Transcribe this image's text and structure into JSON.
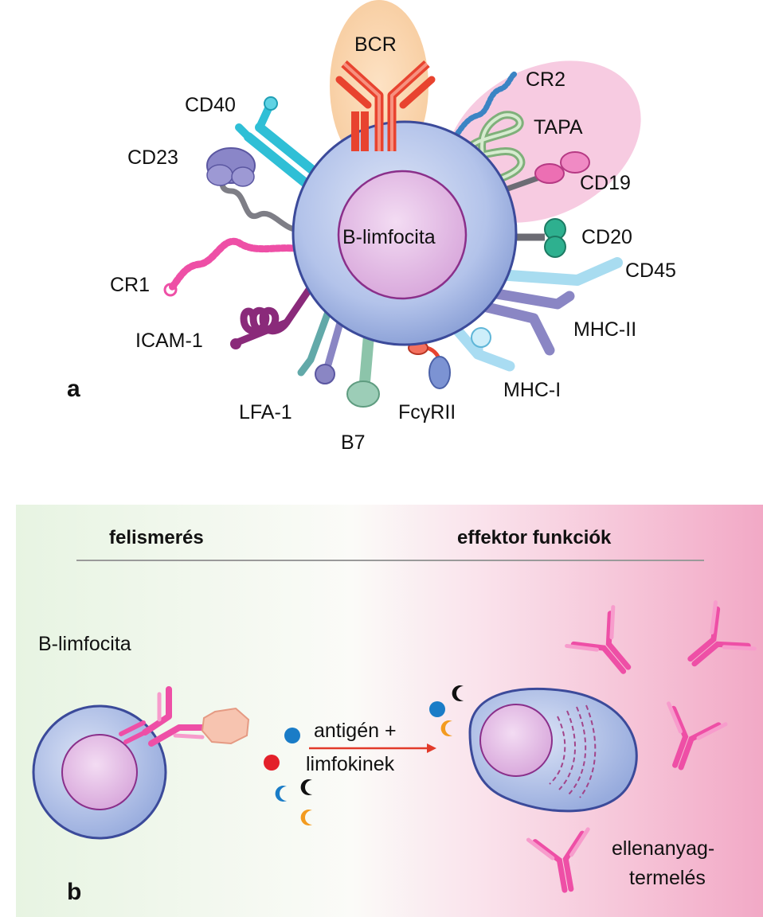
{
  "panel_a": {
    "letter": "a",
    "cell_label": "B-limfocita",
    "labels": {
      "bcr": "BCR",
      "cr2": "CR2",
      "tapa": "TAPA",
      "cd19": "CD19",
      "cd40": "CD40",
      "cd23": "CD23",
      "cd20": "CD20",
      "cd45": "CD45",
      "cr1": "CR1",
      "mhc2": "MHC-II",
      "icam1": "ICAM-1",
      "mhc1": "MHC-I",
      "lfa1": "LFA-1",
      "fcgr2": "FcγRII",
      "b7": "B7"
    }
  },
  "panel_b": {
    "letter": "b",
    "heading_left": "felismerés",
    "heading_right": "effektor funkciók",
    "cell_label": "B-limfocita",
    "arrow_line1": "antigén +",
    "arrow_line2": "limfokinek",
    "output_line1": "ellenanyag-",
    "output_line2": "termelés"
  },
  "colors": {
    "membrane": "#3b4a9a",
    "cell_fill": "#aebfe6",
    "nucleus_fill": "#e3bfe6",
    "antibody": "#ee4fa6",
    "bcr": "#e8432f",
    "cd40": "#2fbfd6",
    "arrow": "#e23a2a",
    "divider": "#9a9a9a"
  }
}
